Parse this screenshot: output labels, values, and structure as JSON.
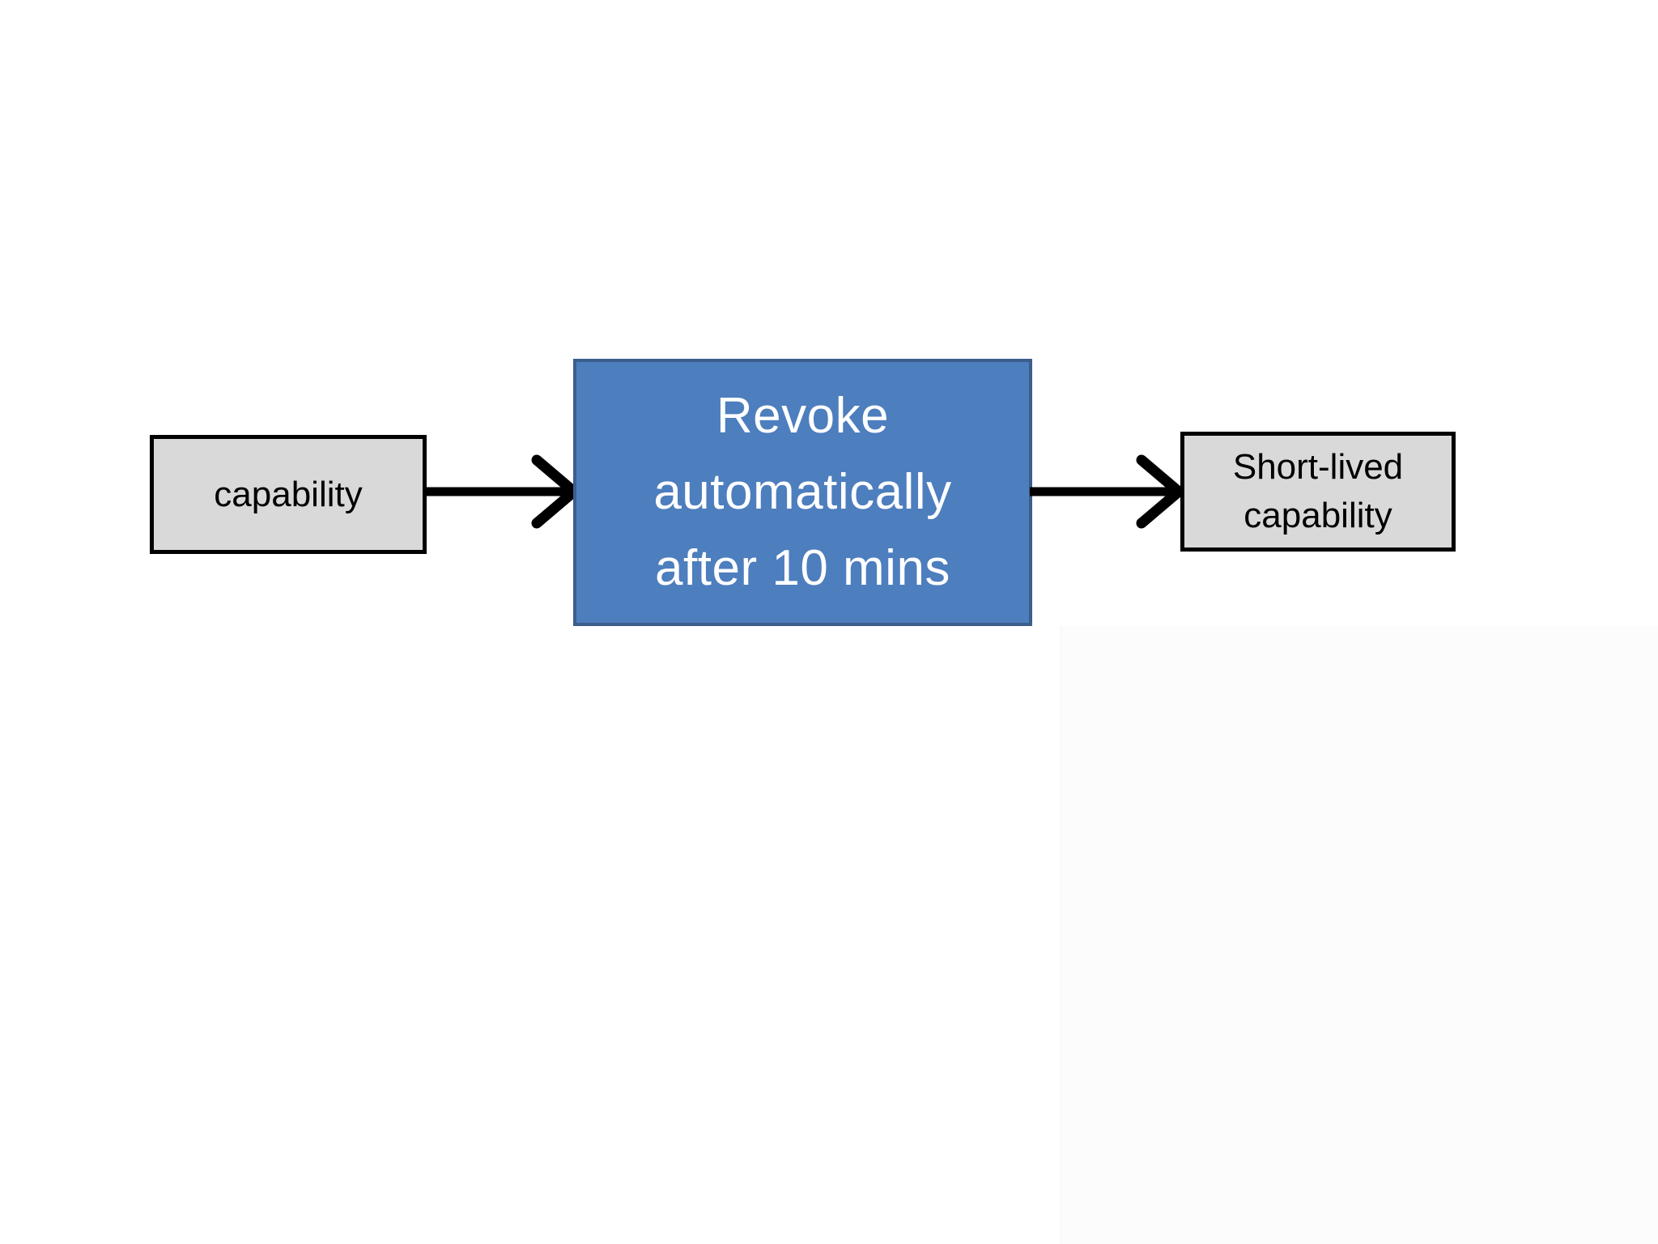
{
  "slide": {
    "background_color": "#ffffff",
    "nodes": [
      {
        "id": "capability",
        "label": "capability",
        "fill": "#d9d9d9",
        "border_color": "#000000",
        "text_color": "#000000"
      },
      {
        "id": "revoke-automatically",
        "label": "Revoke automatically after 10 mins",
        "lines": [
          "Revoke",
          "automatically",
          "after 10 mins"
        ],
        "fill": "#4d7ebe",
        "border_color": "#3c5e8c",
        "text_color": "#ffffff"
      },
      {
        "id": "short-lived-capability",
        "label": "Short-lived capability",
        "lines": [
          "Short-lived",
          "capability"
        ],
        "fill": "#d9d9d9",
        "border_color": "#000000",
        "text_color": "#000000"
      }
    ],
    "arrows": [
      {
        "from": "capability",
        "to": "revoke-automatically",
        "direction": "right",
        "color": "#000000"
      },
      {
        "from": "revoke-automatically",
        "to": "short-lived-capability",
        "direction": "right",
        "color": "#000000"
      }
    ]
  }
}
